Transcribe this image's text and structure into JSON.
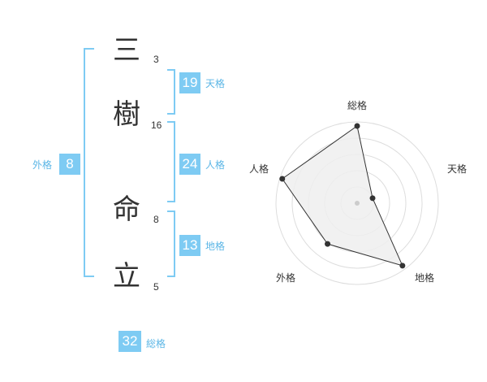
{
  "name": {
    "chars": [
      {
        "char": "三",
        "strokes": "3"
      },
      {
        "char": "樹",
        "strokes": "16"
      },
      {
        "char": "命",
        "strokes": "8"
      },
      {
        "char": "立",
        "strokes": "5"
      }
    ]
  },
  "fortunes": {
    "tenkaku": {
      "value": "19",
      "label": "天格"
    },
    "jinkaku": {
      "value": "24",
      "label": "人格"
    },
    "chikaku": {
      "value": "13",
      "label": "地格"
    },
    "gaikaku": {
      "value": "8",
      "label": "外格"
    },
    "soukaku": {
      "value": "32",
      "label": "総格"
    }
  },
  "colors": {
    "accent": "#7ecbf3",
    "accent_text": "#5bb6e6",
    "bracket": "#7ecbf3",
    "radar_grid": "#dddddd",
    "radar_fill": "#eeeeee",
    "radar_line": "#333333"
  },
  "chart_data": {
    "type": "radar",
    "axes": [
      "総格",
      "天格",
      "地格",
      "外格",
      "人格"
    ],
    "values": [
      0.95,
      0.2,
      0.95,
      0.62,
      0.97
    ],
    "range": [
      0,
      1
    ],
    "rings": 5
  }
}
